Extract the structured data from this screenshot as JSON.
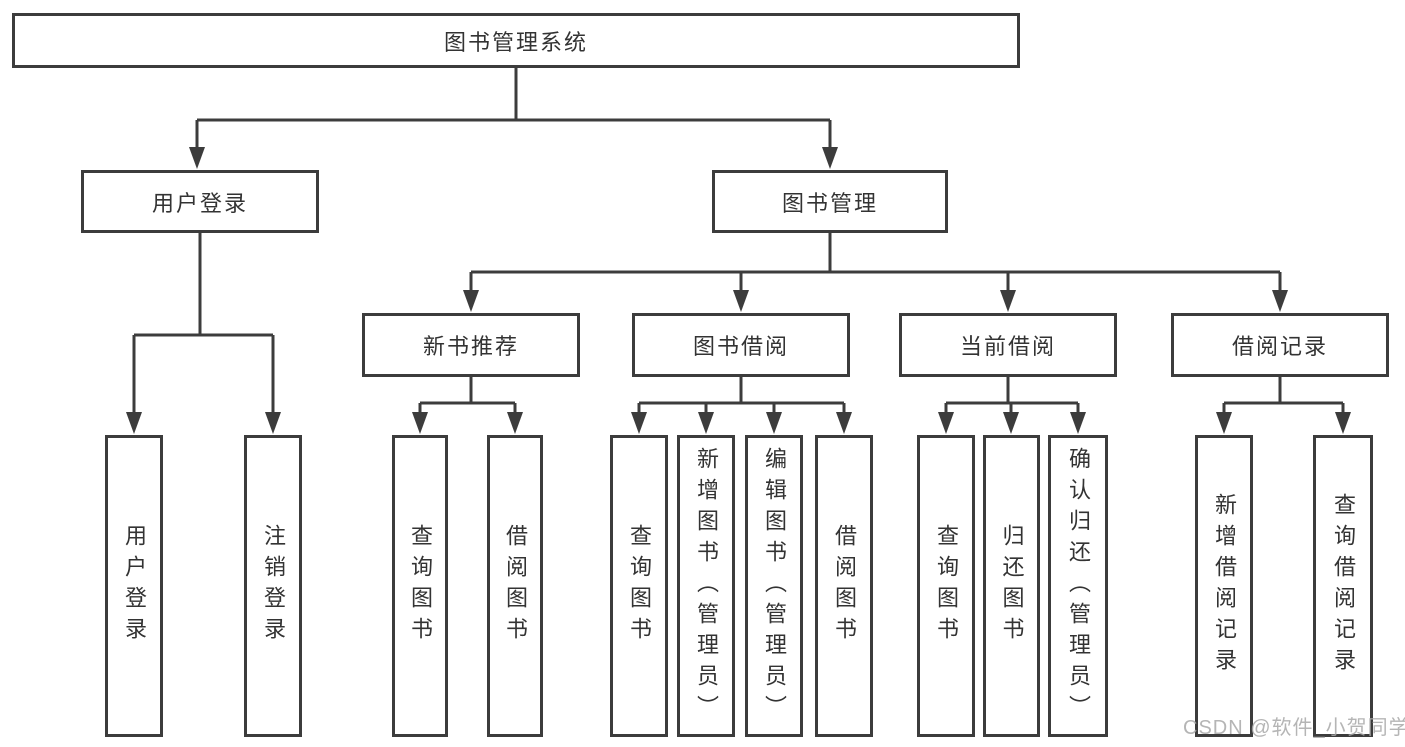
{
  "tree": {
    "root": "图书管理系统",
    "children": [
      {
        "label": "用户登录",
        "children": [
          "用户登录",
          "注销登录"
        ]
      },
      {
        "label": "图书管理",
        "children": [
          {
            "label": "新书推荐",
            "children": [
              "查询图书",
              "借阅图书"
            ]
          },
          {
            "label": "图书借阅",
            "children": [
              "查询图书",
              "新增图书（管理员）",
              "编辑图书（管理员）",
              "借阅图书"
            ]
          },
          {
            "label": "当前借阅",
            "children": [
              "查询图书",
              "归还图书",
              "确认归还（管理员）"
            ]
          },
          {
            "label": "借阅记录",
            "children": [
              "新增借阅记录",
              "查询借阅记录"
            ]
          }
        ]
      }
    ]
  },
  "watermark": {
    "text": "CSDN @软件_小贺同学"
  },
  "colors": {
    "line": "#3c3c3c",
    "box_border": "#3c3c3c",
    "text": "#333333",
    "watermark": "#a8a8a8",
    "background": "#ffffff"
  }
}
